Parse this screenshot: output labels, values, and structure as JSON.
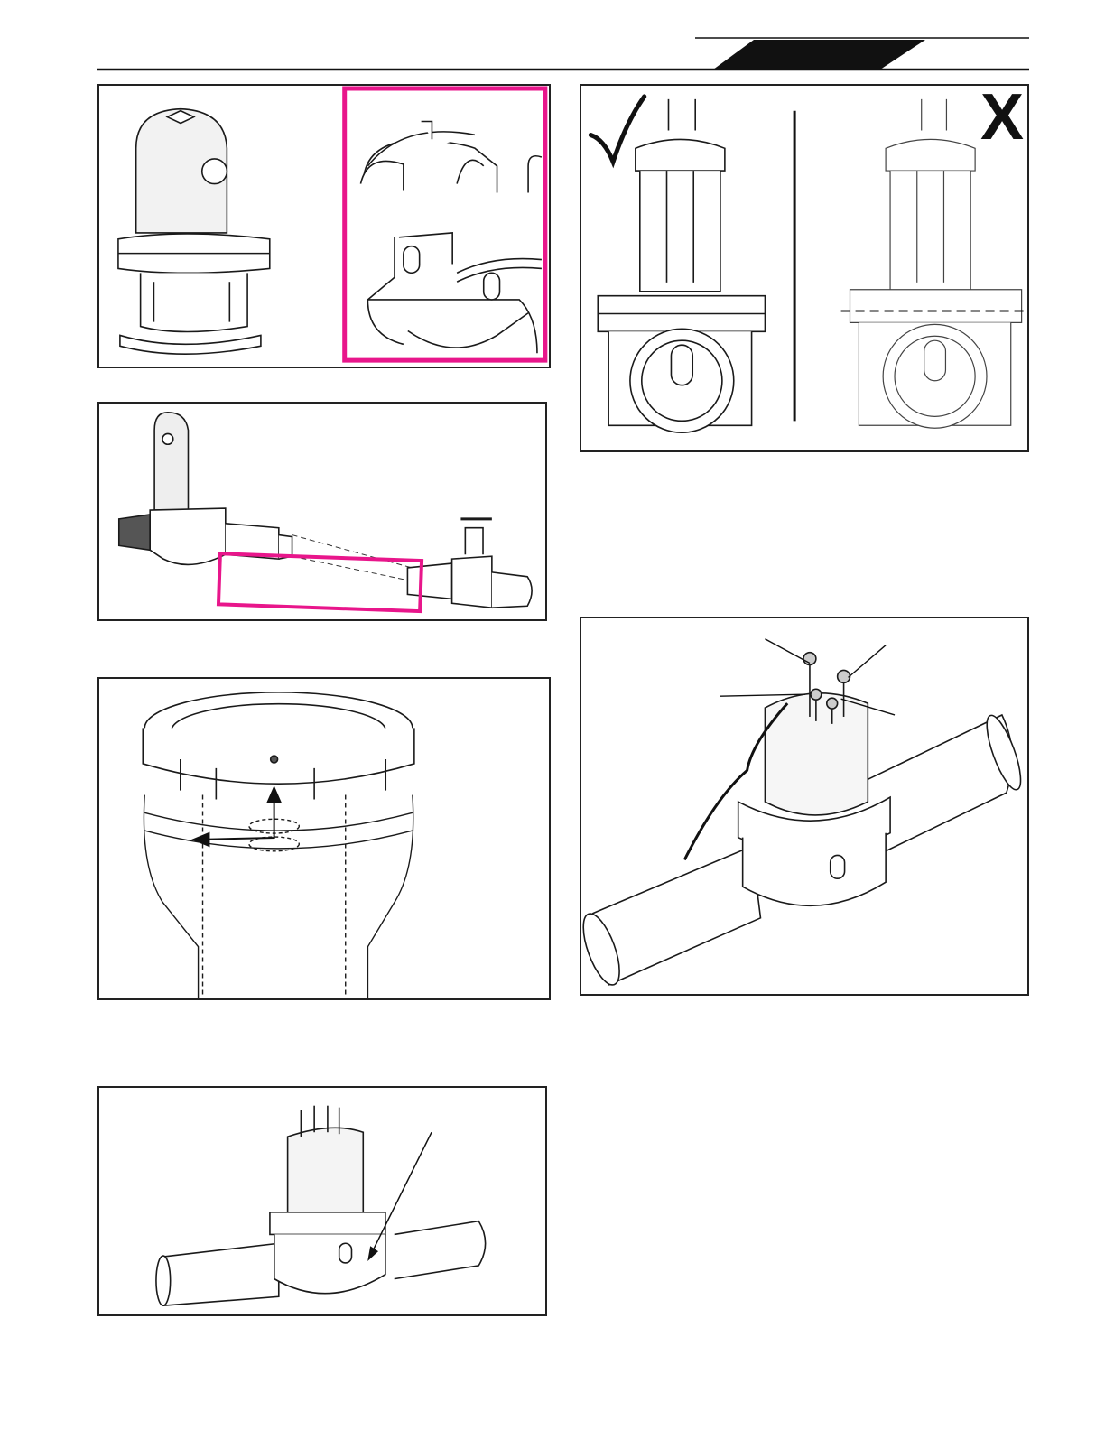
{
  "page": {
    "header": {
      "tab_color": "#111111",
      "rule_color": "#111111"
    },
    "colors": {
      "highlight": "#e8168b",
      "line": "#1a1a1a",
      "fill_light": "#f4f4f4"
    }
  },
  "figures": [
    {
      "id": "cell-housing-and-open-body",
      "highlight_boxes": 1
    },
    {
      "id": "plumbing-assembly-with-flow-switch",
      "highlight_boxes": 1
    },
    {
      "id": "union-nut-alignment",
      "highlight_boxes": 0
    },
    {
      "id": "cell-installed-on-pipe-with-arrow",
      "highlight_boxes": 0
    },
    {
      "id": "correct-vs-incorrect-seating",
      "marks": {
        "correct": "✓",
        "incorrect": "X"
      }
    },
    {
      "id": "cell-wiring-on-pipe",
      "highlight_boxes": 0
    }
  ]
}
